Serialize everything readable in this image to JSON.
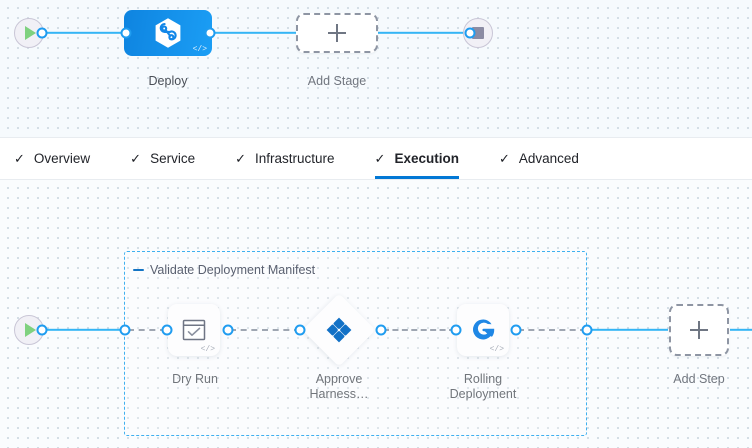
{
  "stage_canvas": {
    "start_node": {
      "name": "pipeline-start",
      "icon": "play-icon"
    },
    "end_node": {
      "name": "pipeline-end",
      "icon": "stop-icon"
    },
    "stage": {
      "label": "Deploy",
      "icon": "harness-deploy-icon",
      "code_tag": "</>"
    },
    "add_stage": {
      "label": "Add Stage",
      "icon": "plus-icon"
    }
  },
  "tabs": [
    {
      "label": "Overview",
      "tick": "✓",
      "active": false
    },
    {
      "label": "Service",
      "tick": "✓",
      "active": false
    },
    {
      "label": "Infrastructure",
      "tick": "✓",
      "active": false
    },
    {
      "label": "Execution",
      "tick": "✓",
      "active": true
    },
    {
      "label": "Advanced",
      "tick": "✓",
      "active": false
    }
  ],
  "step_canvas": {
    "start_node": {
      "name": "execution-start",
      "icon": "play-icon"
    },
    "group": {
      "title": "Validate Deployment Manifest",
      "collapse_icon": "minus-icon"
    },
    "steps": [
      {
        "label": "Dry Run",
        "icon": "checklist-window-icon",
        "code_tag": "</>",
        "shape": "rounded"
      },
      {
        "label": "Approve\nHarness…",
        "icon": "harness-approval-icon",
        "code_tag": "",
        "shape": "diamond"
      },
      {
        "label": "Rolling\nDeployment",
        "icon": "rolling-deployment-icon",
        "code_tag": "</>",
        "shape": "rounded"
      }
    ],
    "add_step": {
      "label": "Add Step",
      "icon": "plus-icon"
    }
  },
  "colors": {
    "accent_blue": "#0278d5",
    "edge_blue": "#35b5f5",
    "port_blue": "#1f9cf0",
    "dashed_gray": "#9fa6b2",
    "group_border": "#3fb0ef",
    "canvas_bg": "#f6fafd"
  }
}
